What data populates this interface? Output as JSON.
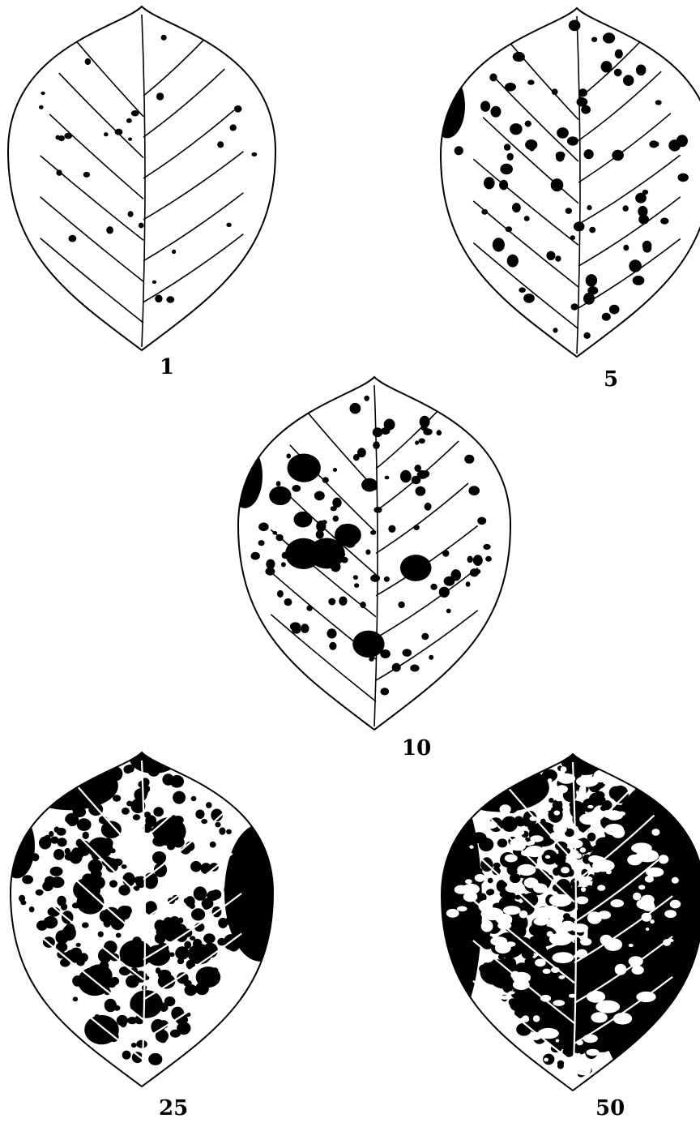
{
  "figure": {
    "leaves": [
      {
        "id": "leaf-1",
        "label": "1",
        "severity_percent": 1
      },
      {
        "id": "leaf-5",
        "label": "5",
        "severity_percent": 5
      },
      {
        "id": "leaf-10",
        "label": "10",
        "severity_percent": 10
      },
      {
        "id": "leaf-25",
        "label": "25",
        "severity_percent": 25
      },
      {
        "id": "leaf-50",
        "label": "50",
        "severity_percent": 50
      }
    ]
  },
  "colors": {
    "ink": "#000000",
    "paper": "#ffffff"
  }
}
